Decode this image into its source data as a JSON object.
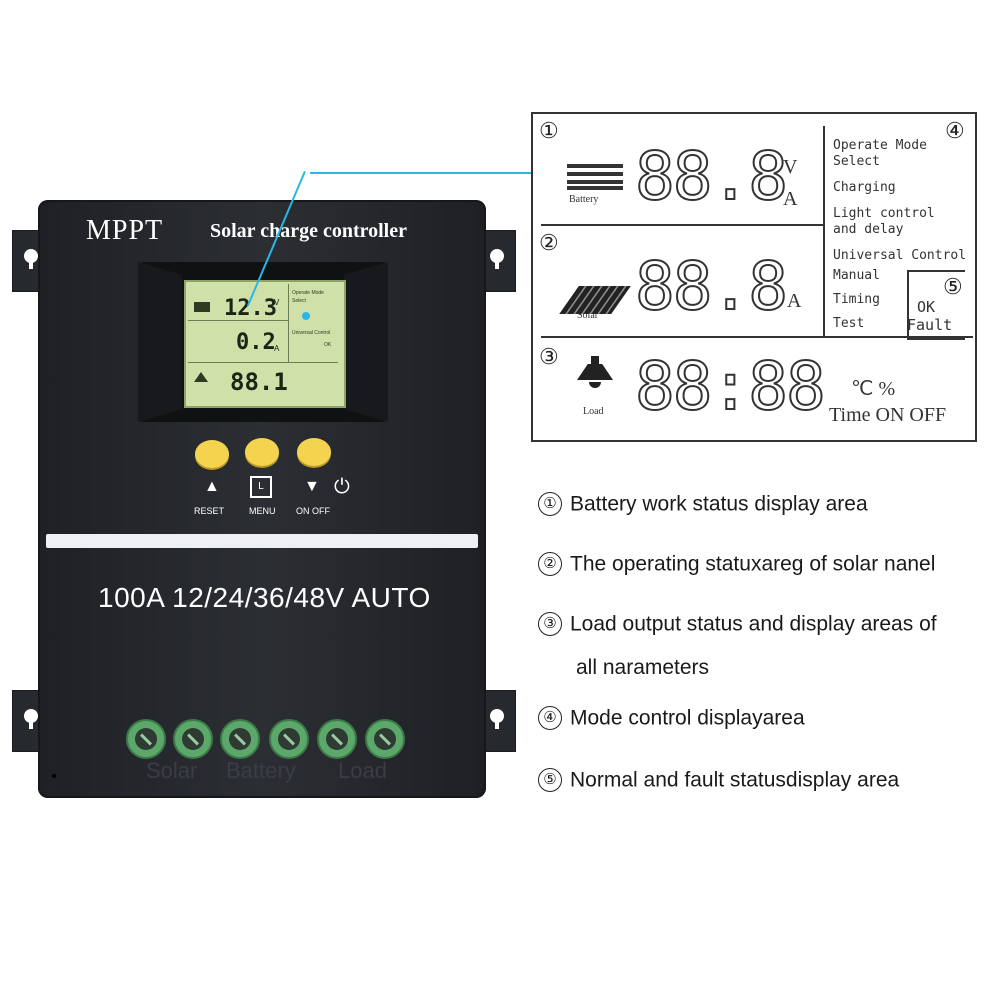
{
  "device": {
    "brand": "MPPT",
    "subtitle": "Solar charge controller",
    "lcd": {
      "battery_voltage": "12.3",
      "battery_unit": "V",
      "current": "0.2",
      "current_unit": "A",
      "load_value": "88.1",
      "mode_top": "Operate Mode",
      "mode_sub": "Select",
      "mode_mid": "Universal Control",
      "status": "OK"
    },
    "buttons": [
      {
        "icon": "up-arrow-icon",
        "label": "RESET"
      },
      {
        "icon": "menu-icon",
        "label": "MENU"
      },
      {
        "icon": "down-arrow-icon",
        "label": "ON OFF"
      }
    ],
    "spec": "100A 12/24/36/48V AUTO",
    "embossed": {
      "solar": "Solar",
      "battery": "Battery",
      "load": "Load"
    },
    "terminal_count": 6
  },
  "diagram": {
    "zone1": {
      "num": "①",
      "caption": "Battery",
      "digits": "88.8",
      "unit_top": "V",
      "unit_bottom": "A"
    },
    "zone2": {
      "num": "②",
      "caption": "Solar",
      "digits": "88.8",
      "unit": "A"
    },
    "zone3": {
      "num": "③",
      "caption": "Load",
      "digits": "88:88",
      "units_top": "℃ %",
      "units_bottom": "Time ON OFF"
    },
    "zone4": {
      "num": "④",
      "items": [
        "Operate Mode",
        "Select",
        "Charging",
        "Light control",
        "and delay",
        "Universal Control",
        "Manual",
        "Timing",
        "Test"
      ]
    },
    "zone5": {
      "num": "⑤",
      "ok": "OK",
      "fault": "Fault"
    }
  },
  "legend": [
    {
      "num": "①",
      "text": "Battery work status display area"
    },
    {
      "num": "②",
      "text": "The operating statuxareg of solar nanel"
    },
    {
      "num": "③",
      "text": "Load output status and display areas of",
      "cont": "all narameters"
    },
    {
      "num": "④",
      "text": "Mode control displayarea"
    },
    {
      "num": "⑤",
      "text": "Normal and fault statusdisplay area"
    }
  ]
}
